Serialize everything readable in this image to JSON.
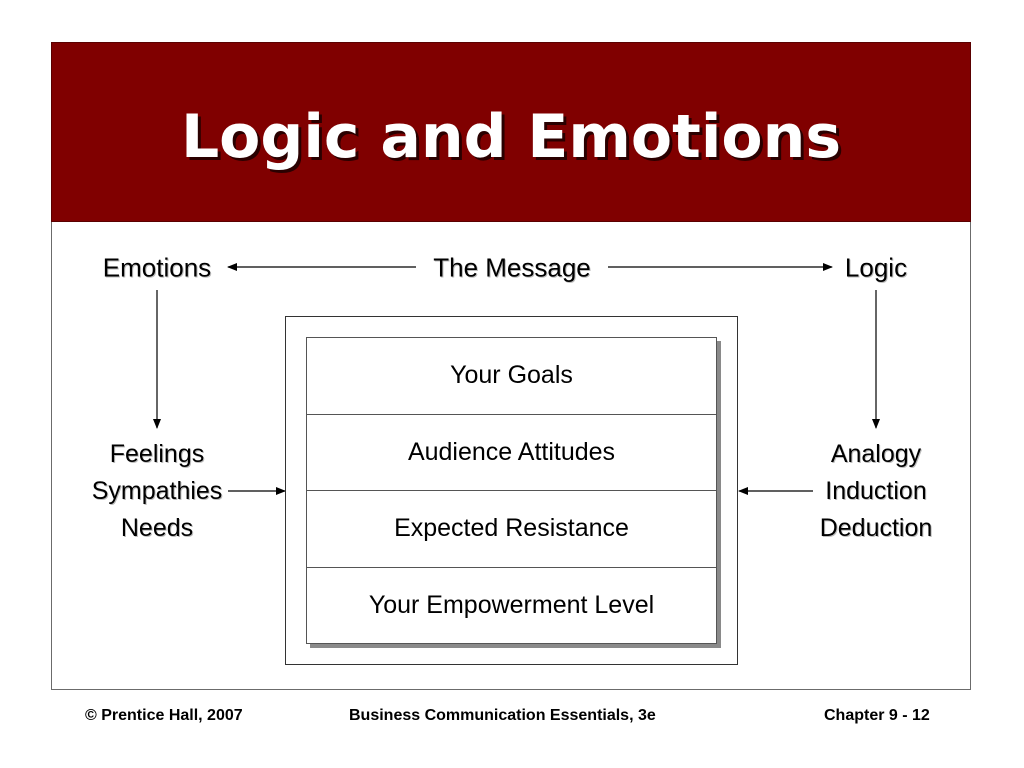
{
  "slide": {
    "title": "Logic and Emotions"
  },
  "top_labels": {
    "emotions": "Emotions",
    "message": "The Message",
    "logic": "Logic"
  },
  "left_list": [
    "Feelings",
    "Sympathies",
    "Needs"
  ],
  "right_list": [
    "Analogy",
    "Induction",
    "Deduction"
  ],
  "table_rows": [
    "Your Goals",
    "Audience Attitudes",
    "Expected Resistance",
    "Your Empowerment Level"
  ],
  "footer": {
    "copyright": "© Prentice Hall, 2007",
    "book": "Business Communication Essentials, 3e",
    "chapter": "Chapter 9 - 12"
  },
  "colors": {
    "title_bar": "#800000",
    "title_text": "#ffffff"
  }
}
